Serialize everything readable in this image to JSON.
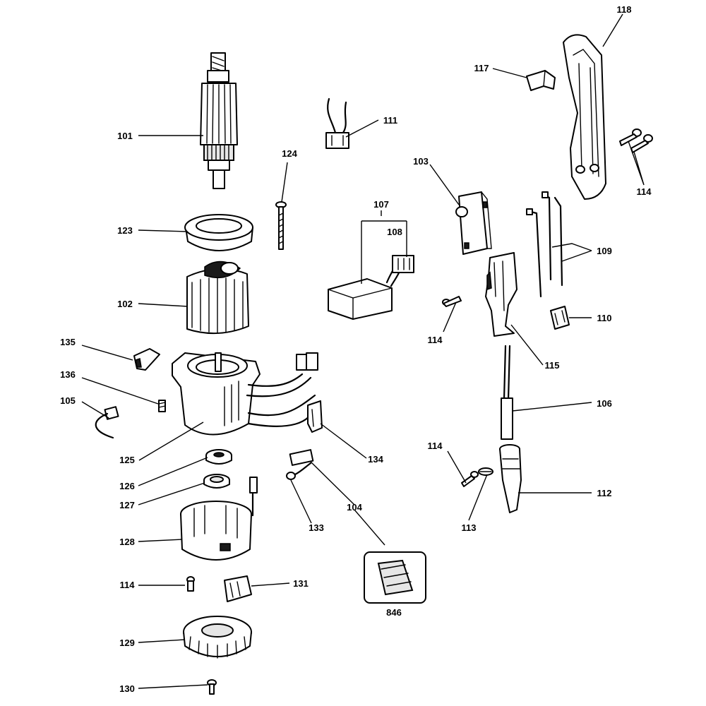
{
  "labels": {
    "p101": "101",
    "p102": "102",
    "p103": "103",
    "p104": "104",
    "p105": "105",
    "p106": "106",
    "p107": "107",
    "p108": "108",
    "p109": "109",
    "p110": "110",
    "p111": "111",
    "p112": "112",
    "p113": "113",
    "p114a": "114",
    "p114b": "114",
    "p114c": "114",
    "p114d": "114",
    "p115": "115",
    "p117": "117",
    "p118": "118",
    "p123": "123",
    "p124": "124",
    "p125": "125",
    "p126": "126",
    "p127": "127",
    "p128": "128",
    "p129": "129",
    "p130": "130",
    "p131": "131",
    "p133": "133",
    "p134": "134",
    "p135": "135",
    "p136": "136",
    "p846": "846"
  }
}
